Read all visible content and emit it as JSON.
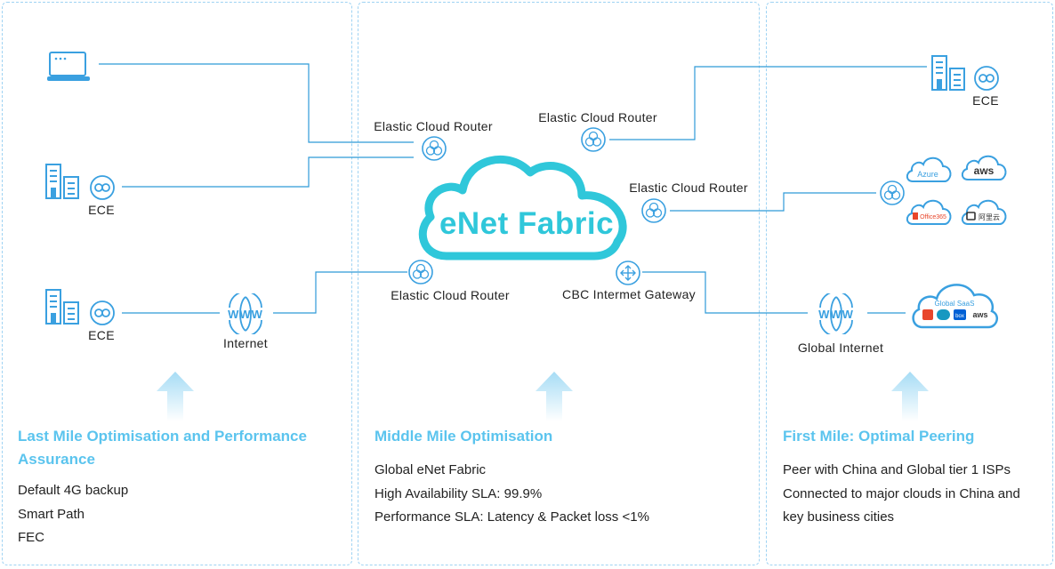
{
  "center": {
    "title": "eNet Fabric"
  },
  "routers": {
    "top_left": "Elastic Cloud Router",
    "top_right": "Elastic Cloud Router",
    "right": "Elastic Cloud Router",
    "bottom_left": "Elastic Cloud Router",
    "gateway": "CBC Intermet Gateway"
  },
  "left": {
    "ece1": "ECE",
    "ece2": "ECE",
    "internet": "Internet",
    "heading": [
      "Last Mile Optimisation and Performance",
      "Assurance"
    ],
    "items": [
      "Default 4G backup",
      "Smart Path",
      "FEC"
    ]
  },
  "middle": {
    "heading": "Middle Mile Optimisation",
    "items": [
      "Global eNet Fabric",
      "High Availability SLA: 99.9%",
      "Performance SLA: Latency & Packet loss <1%"
    ]
  },
  "right": {
    "ece": "ECE",
    "global_internet": "Global Internet",
    "clouds": [
      "Azure",
      "aws",
      "Office365",
      "阿里云"
    ],
    "saas_title": "Global SaaS",
    "saas_items": [
      "box",
      "aws"
    ],
    "heading": "First Mile: Optimal Peering",
    "items": [
      "Peer with China and Global tier 1 ISPs",
      "Connected to major clouds in China and",
      "key business cities"
    ]
  },
  "colors": {
    "accent": "#5bc4ee",
    "icon": "#3aa0e0",
    "line": "#2f9ad8",
    "cloud": "#2fc7da"
  }
}
